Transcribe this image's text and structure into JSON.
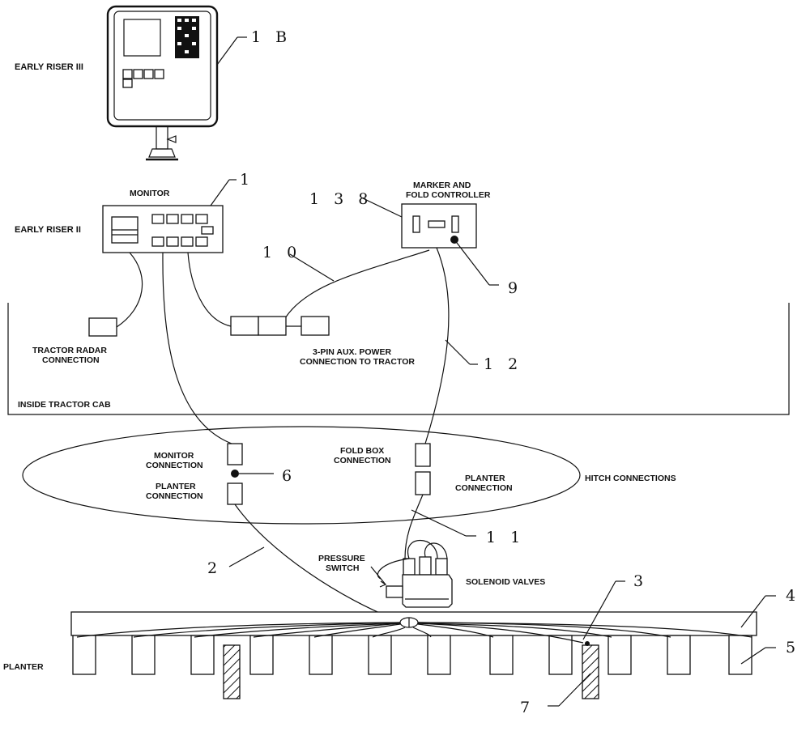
{
  "labels": {
    "early_riser_3": "EARLY RISER III",
    "early_riser_2": "EARLY RISER II",
    "monitor": "MONITOR",
    "marker_fold_1": "MARKER AND",
    "marker_fold_2": "FOLD CONTROLLER",
    "tractor_radar_1": "TRACTOR RADAR",
    "tractor_radar_2": "CONNECTION",
    "aux_power_1": "3-PIN AUX. POWER",
    "aux_power_2": "CONNECTION TO TRACTOR",
    "inside_cab": "INSIDE TRACTOR CAB",
    "monitor_conn_1": "MONITOR",
    "monitor_conn_2": "CONNECTION",
    "planter_conn_left_1": "PLANTER",
    "planter_conn_left_2": "CONNECTION",
    "fold_box_1": "FOLD BOX",
    "fold_box_2": "CONNECTION",
    "planter_conn_right_1": "PLANTER",
    "planter_conn_right_2": "CONNECTION",
    "hitch": "HITCH CONNECTIONS",
    "pressure_switch_1": "PRESSURE",
    "pressure_switch_2": "SWITCH",
    "solenoid": "SOLENOID VALVES",
    "planter": "PLANTER"
  },
  "callouts": {
    "c1b": "1 B",
    "c1": "1",
    "c138": "1 3 8",
    "c10": "1 0",
    "c9": "9",
    "c12": "1 2",
    "c6": "6",
    "c11": "1 1",
    "c2": "2",
    "c3": "3",
    "c4": "4",
    "c5": "5",
    "c7": "7"
  }
}
